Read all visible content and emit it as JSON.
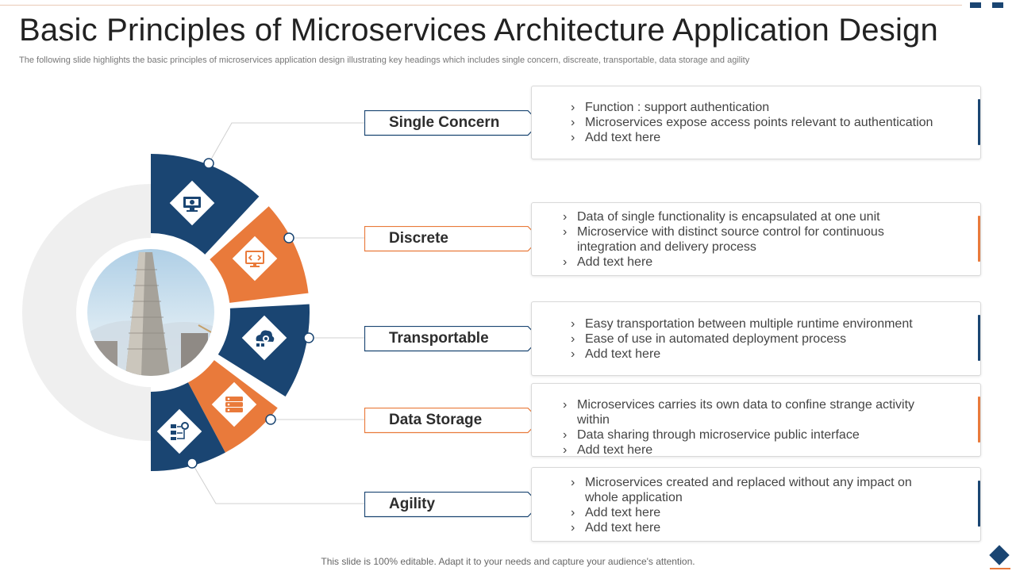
{
  "title": "Basic Principles of Microservices Architecture  Application Design",
  "subtitle": "The following slide highlights the basic principles of microservices application design illustrating key headings which includes single concern, discreate, transportable, data storage and agility",
  "colors": {
    "navy": "#1a4572",
    "orange": "#e97a3b",
    "grey_ring": "#efefef"
  },
  "principles": [
    {
      "label": "Single Concern",
      "icon": "monitor-gear-icon",
      "color": "#1a4572",
      "bullets": [
        "Function  : support authentication",
        "Microservices expose access points relevant to authentication",
        "Add text here"
      ]
    },
    {
      "label": "Discrete",
      "icon": "monitor-code-icon",
      "color": "#e97a3b",
      "bullets": [
        "Data of single functionality  is encapsulated at one unit",
        "Microservice with distinct source control for continuous integration and delivery process",
        "Add text here"
      ]
    },
    {
      "label": "Transportable",
      "icon": "cloud-settings-icon",
      "color": "#1a4572",
      "bullets": [
        "Easy transportation between multiple runtime environment",
        "Ease of use in automated deployment process",
        "Add text here"
      ]
    },
    {
      "label": "Data Storage",
      "icon": "database-server-icon",
      "color": "#e97a3b",
      "bullets": [
        "Microservices carries its own data to confine strange activity within",
        "Data sharing through microservice public interface",
        "Add text here"
      ]
    },
    {
      "label": "Agility",
      "icon": "workflow-cycle-icon",
      "color": "#1a4572",
      "bullets": [
        "Microservices created and replaced without any impact on whole application",
        "Add text here",
        "Add text here"
      ]
    }
  ],
  "footer": "This slide is 100% editable. Adapt it to your needs and capture your audience's attention."
}
